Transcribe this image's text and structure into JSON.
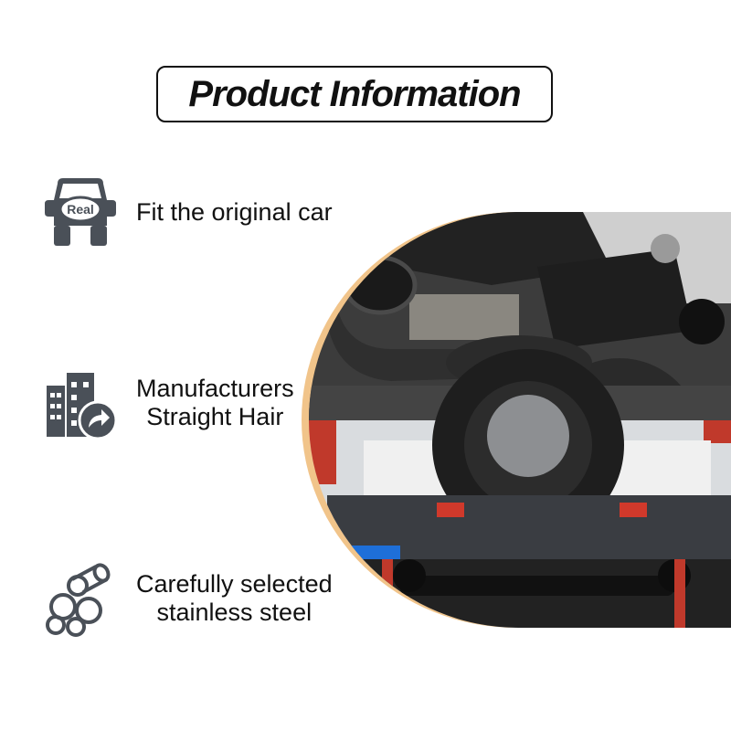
{
  "title": "Product Information",
  "features": [
    {
      "icon": "real-car-icon",
      "badge": "Real",
      "label_lines": [
        "Fit the original car"
      ]
    },
    {
      "icon": "factory-direct-icon",
      "label_lines": [
        "Manufacturers",
        "Straight Hair"
      ]
    },
    {
      "icon": "steel-pipes-icon",
      "label_lines": [
        "Carefully selected",
        "stainless steel"
      ]
    }
  ],
  "colors": {
    "icon": "#4a5058",
    "border": "#111111",
    "accent": "#f1c48a"
  }
}
